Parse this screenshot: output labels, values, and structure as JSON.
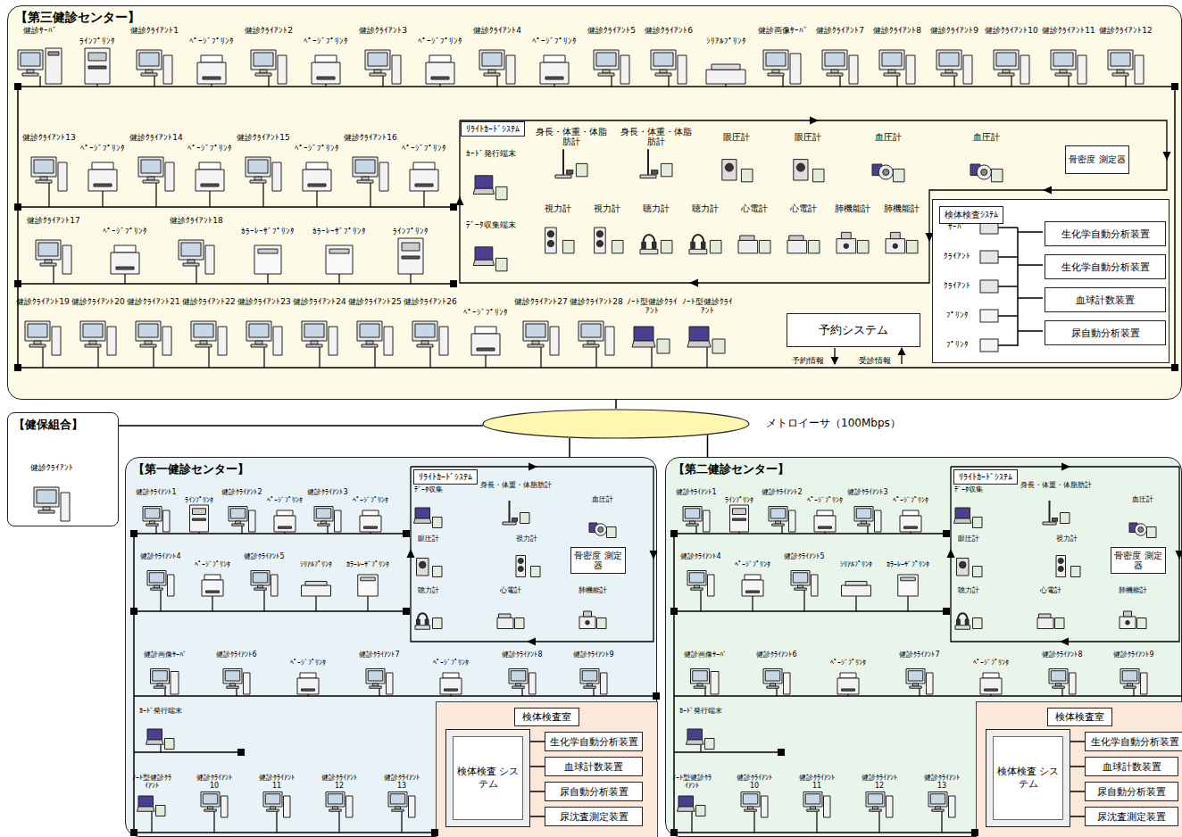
{
  "diagram": {
    "nodes": [
      {
        "text": [
          "【第三健診センター】"
        ]
      },
      {
        "text": [
          "ﾘﾗｲﾄｶｰﾄﾞｼｽﾃﾑ"
        ],
        "in": 0
      },
      {
        "text": [
          "骨密度 測定器"
        ],
        "in": 1
      },
      {
        "text": [
          "検体検査ｼｽﾃﾑ"
        ],
        "in": 0
      },
      {
        "text": [
          "生化学自動分析装置"
        ],
        "in": 3
      },
      {
        "text": [
          "生化学自動分析装置"
        ],
        "in": 3
      },
      {
        "text": [
          "血球計数装置"
        ],
        "in": 3
      },
      {
        "text": [
          "尿自動分析装置"
        ],
        "in": 3
      },
      {
        "text": [
          "予約システム"
        ],
        "in": 0
      },
      {
        "text": [
          "【健保組合】"
        ]
      },
      {
        "text": [
          "メトロイーサ（100Mbps）"
        ]
      },
      {
        "text": [
          "【第一健診センター】"
        ]
      },
      {
        "text": [
          "ﾘﾗｲﾄｶｰﾄﾞｼｽﾃﾑ"
        ],
        "in": 11
      },
      {
        "text": [
          "骨密度 測定器"
        ],
        "in": 12
      },
      {
        "text": [
          "検体検査室"
        ],
        "in": 11
      },
      {
        "text": [
          "検体検査 システム"
        ],
        "in": 14
      },
      {
        "text": [
          "生化学自動分析装置"
        ],
        "in": 14
      },
      {
        "text": [
          "血球計数装置"
        ],
        "in": 14
      },
      {
        "text": [
          "尿自動分析装置"
        ],
        "in": 14
      },
      {
        "text": [
          "尿沈査測定装置"
        ],
        "in": 14
      },
      {
        "text": [
          "【第二健診センター】"
        ]
      },
      {
        "text": [
          "ﾘﾗｲﾄｶｰﾄﾞｼｽﾃﾑ"
        ],
        "in": 20
      },
      {
        "text": [
          "骨密度 測定器"
        ],
        "in": 21
      },
      {
        "text": [
          "検体検査室"
        ],
        "in": 20
      },
      {
        "text": [
          "検体検査 システム"
        ],
        "in": 23
      },
      {
        "text": [
          "生化学自動分析装置"
        ],
        "in": 23
      },
      {
        "text": [
          "血球計数装置"
        ],
        "in": 23
      },
      {
        "text": [
          "尿自動分析装置"
        ],
        "in": 23
      },
      {
        "text": [
          "尿沈査測定装置"
        ],
        "in": 23
      }
    ],
    "edges": [
      {
        "from": 0,
        "to": 10,
        "arrow": "none"
      },
      {
        "from": 9,
        "to": 10,
        "arrow": "none"
      },
      {
        "from": 10,
        "to": 11,
        "arrow": "none"
      },
      {
        "from": 10,
        "to": 20,
        "arrow": "none"
      },
      {
        "from": 15,
        "to": 16,
        "arrow": "none"
      },
      {
        "from": 15,
        "to": 17,
        "arrow": "none"
      },
      {
        "from": 15,
        "to": 18,
        "arrow": "none"
      },
      {
        "from": 15,
        "to": 19,
        "arrow": "none"
      },
      {
        "from": 24,
        "to": 25,
        "arrow": "none"
      },
      {
        "from": 24,
        "to": 26,
        "arrow": "none"
      },
      {
        "from": 24,
        "to": 27,
        "arrow": "none"
      },
      {
        "from": 24,
        "to": 28,
        "arrow": "none"
      }
    ],
    "labels": [
      "健診ｻｰﾊﾞ",
      "ﾗｲﾝﾌﾟﾘﾝﾀ",
      "健診ｸﾗｲｱﾝﾄ1",
      "ﾍﾟｰｼﾞﾌﾟﾘﾝﾀ",
      "健診ｸﾗｲｱﾝﾄ2",
      "ﾍﾟｰｼﾞﾌﾟﾘﾝﾀ",
      "健診ｸﾗｲｱﾝﾄ3",
      "ﾍﾟｰｼﾞﾌﾟﾘﾝﾀ",
      "健診ｸﾗｲｱﾝﾄ4",
      "ﾍﾟｰｼﾞﾌﾟﾘﾝﾀ",
      "健診ｸﾗｲｱﾝﾄ5",
      "健診ｸﾗｲｱﾝﾄ6",
      "ｼﾘｱﾙﾌﾟﾘﾝﾀ",
      "健診画像ｻｰﾊﾞ",
      "健診ｸﾗｲｱﾝﾄ7",
      "健診ｸﾗｲｱﾝﾄ8",
      "健診ｸﾗｲｱﾝﾄ9",
      "健診ｸﾗｲｱﾝﾄ10",
      "健診ｸﾗｲｱﾝﾄ11",
      "健診ｸﾗｲｱﾝﾄ12",
      "健診ｸﾗｲｱﾝﾄ13",
      "ﾍﾟｰｼﾞﾌﾟﾘﾝﾀ",
      "健診ｸﾗｲｱﾝﾄ14",
      "ﾍﾟｰｼﾞﾌﾟﾘﾝﾀ",
      "健診ｸﾗｲｱﾝﾄ15",
      "ﾍﾟｰｼﾞﾌﾟﾘﾝﾀ",
      "健診ｸﾗｲｱﾝﾄ16",
      "ﾍﾟｰｼﾞﾌﾟﾘﾝﾀ",
      "健診ｸﾗｲｱﾝﾄ17",
      "ﾍﾟｰｼﾞﾌﾟﾘﾝﾀ",
      "健診ｸﾗｲｱﾝﾄ18",
      "ｶﾗｰﾚｰｻﾞﾌﾟﾘﾝﾀ",
      "ｶﾗｰﾚｰｻﾞﾌﾟﾘﾝﾀ",
      "ﾗｲﾝﾌﾟﾘﾝﾀ",
      "健診ｸﾗｲｱﾝﾄ19",
      "健診ｸﾗｲｱﾝﾄ20",
      "健診ｸﾗｲｱﾝﾄ21",
      "健診ｸﾗｲｱﾝﾄ22",
      "健診ｸﾗｲｱﾝﾄ23",
      "健診ｸﾗｲｱﾝﾄ24",
      "健診ｸﾗｲｱﾝﾄ25",
      "健診ｸﾗｲｱﾝﾄ26",
      "ﾍﾟｰｼﾞﾌﾟﾘﾝﾀ",
      "健診ｸﾗｲｱﾝﾄ27",
      "健診ｸﾗｲｱﾝﾄ28",
      "ﾉｰﾄ型健診ｸﾗｲｱﾝﾄ",
      "ﾉｰﾄ型健診ｸﾗｲｱﾝﾄ",
      "予約情報",
      "受診情報",
      "ｶｰﾄﾞ発行端末",
      "ﾃﾞｰﾀ収集端末",
      "身長・体重・体脂肪計",
      "身長・体重・体脂肪計",
      "眼圧計",
      "眼圧計",
      "血圧計",
      "血圧計",
      "視力計",
      "視力計",
      "聴力計",
      "聴力計",
      "心電計",
      "心電計",
      "肺機能計",
      "肺機能計",
      "ｻｰﾊﾞ",
      "ｸﾗｲｱﾝﾄ",
      "ｸﾗｲｱﾝﾄ",
      "ﾌﾟﾘﾝﾀ",
      "ﾌﾟﾘﾝﾀ",
      "健診ｸﾗｲｱﾝﾄ",
      "健診ｸﾗｲｱﾝﾄ1",
      "ﾗｲﾝﾌﾟﾘﾝﾀ",
      "健診ｸﾗｲｱﾝﾄ2",
      "ﾍﾟｰｼﾞﾌﾟﾘﾝﾀ",
      "健診ｸﾗｲｱﾝﾄ3",
      "ﾍﾟｰｼﾞﾌﾟﾘﾝﾀ",
      "健診ｸﾗｲｱﾝﾄ4",
      "ﾍﾟｰｼﾞﾌﾟﾘﾝﾀ",
      "健診ｸﾗｲｱﾝﾄ5",
      "ｼﾘｱﾙﾌﾟﾘﾝﾀ",
      "ｶﾗｰﾚｰｻﾞﾌﾟﾘﾝﾀ",
      "ﾃﾞｰﾀ収集",
      "身長・体重・体脂肪計",
      "血圧計",
      "眼圧計",
      "視力計",
      "聴力計",
      "心電計",
      "肺機能計",
      "健診画像ｻｰﾊﾞ",
      "健診ｸﾗｲｱﾝﾄ6",
      "ﾍﾟｰｼﾞﾌﾟﾘﾝﾀ",
      "健診ｸﾗｲｱﾝﾄ7",
      "ﾍﾟｰｼﾞﾌﾟﾘﾝﾀ",
      "健診ｸﾗｲｱﾝﾄ8",
      "健診ｸﾗｲｱﾝﾄ9",
      "ｶｰﾄﾞ発行端末",
      "ﾉｰﾄ型健診ｸﾗｲｱﾝﾄ",
      "健診ｸﾗｲｱﾝﾄ10",
      "健診ｸﾗｲｱﾝﾄ11",
      "健診ｸﾗｲｱﾝﾄ12",
      "健診ｸﾗｲｱﾝﾄ13",
      "健診ｸﾗｲｱﾝﾄ1",
      "ﾗｲﾝﾌﾟﾘﾝﾀ",
      "健診ｸﾗｲｱﾝﾄ2",
      "ﾍﾟｰｼﾞﾌﾟﾘﾝﾀ",
      "健診ｸﾗｲｱﾝﾄ3",
      "ﾍﾟｰｼﾞﾌﾟﾘﾝﾀ",
      "健診ｸﾗｲｱﾝﾄ4",
      "ﾍﾟｰｼﾞﾌﾟﾘﾝﾀ",
      "健診ｸﾗｲｱﾝﾄ5",
      "ｼﾘｱﾙﾌﾟﾘﾝﾀ",
      "ｶﾗｰﾚｰｻﾞﾌﾟﾘﾝﾀ",
      "ﾃﾞｰﾀ収集",
      "身長・体重・体脂肪計",
      "血圧計",
      "眼圧計",
      "視力計",
      "聴力計",
      "心電計",
      "肺機能計",
      "健診画像ｻｰﾊﾞ",
      "健診ｸﾗｲｱﾝﾄ6",
      "ﾍﾟｰｼﾞﾌﾟﾘﾝﾀ",
      "健診ｸﾗｲｱﾝﾄ7",
      "ﾍﾟｰｼﾞﾌﾟﾘﾝﾀ",
      "健診ｸﾗｲｱﾝﾄ8",
      "健診ｸﾗｲｱﾝﾄ9",
      "ｶｰﾄﾞ発行端末",
      "ﾉｰﾄ型健診ｸﾗｲｱﾝﾄ",
      "健診ｸﾗｲｱﾝﾄ10",
      "健診ｸﾗｲｱﾝﾄ11",
      "健診ｸﾗｲｱﾝﾄ12",
      "健診ｸﾗｲｱﾝﾄ13"
    ]
  }
}
